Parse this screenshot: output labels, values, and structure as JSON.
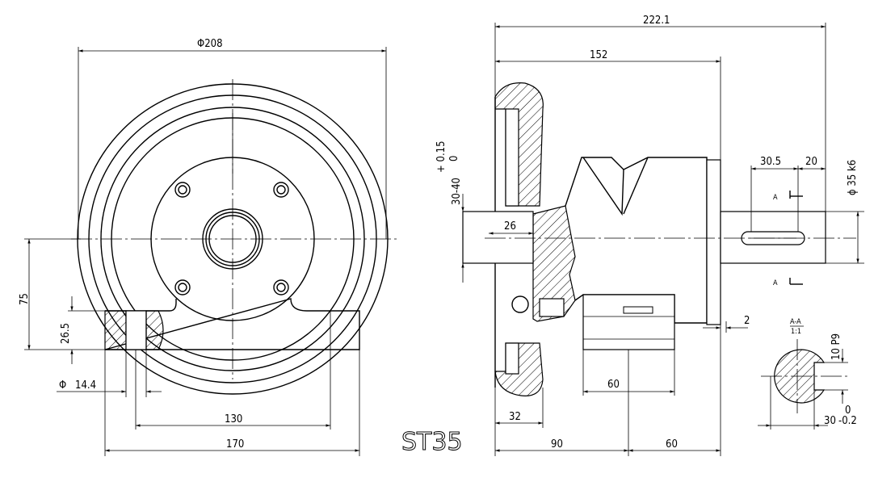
{
  "drawing": {
    "model": "ST35",
    "front_view": {
      "dims": {
        "diameter_outer": "Φ208",
        "height_center": "75",
        "base_height": "26.5",
        "hole_dia_symbol": "Φ",
        "hole_dia": "14.4",
        "hole_spacing": "130",
        "base_width": "170"
      }
    },
    "side_view": {
      "dims": {
        "overall_length": "222.1",
        "body_length": "152",
        "tol_upper": "+ 0.15",
        "tol_lower": "0",
        "bore_range": "30-40",
        "bore_depth": "26",
        "key_length": "30.5",
        "shaft_end": "20",
        "shaft_dia": "ϕ 35 k6",
        "gap": "2",
        "foot_width": "60",
        "handwheel_width": "32",
        "left_offset": "90",
        "right_offset": "60",
        "section_mark": "A"
      }
    },
    "section_view": {
      "title": "A-A",
      "scale": "1:1",
      "dims": {
        "key_width": "10 P9",
        "key_depth": "30",
        "tol_upper": "0",
        "tol_lower": "-0.2"
      }
    }
  }
}
